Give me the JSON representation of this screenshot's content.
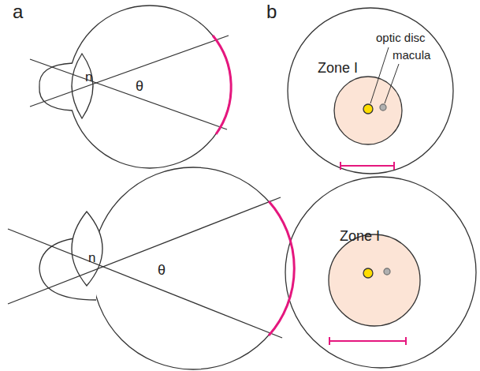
{
  "diagram": {
    "labels": [
      "a",
      "n",
      "θ",
      "n",
      "θ",
      "b",
      "Zone I",
      "optic disc",
      "macula",
      "Zone I"
    ]
  }
}
